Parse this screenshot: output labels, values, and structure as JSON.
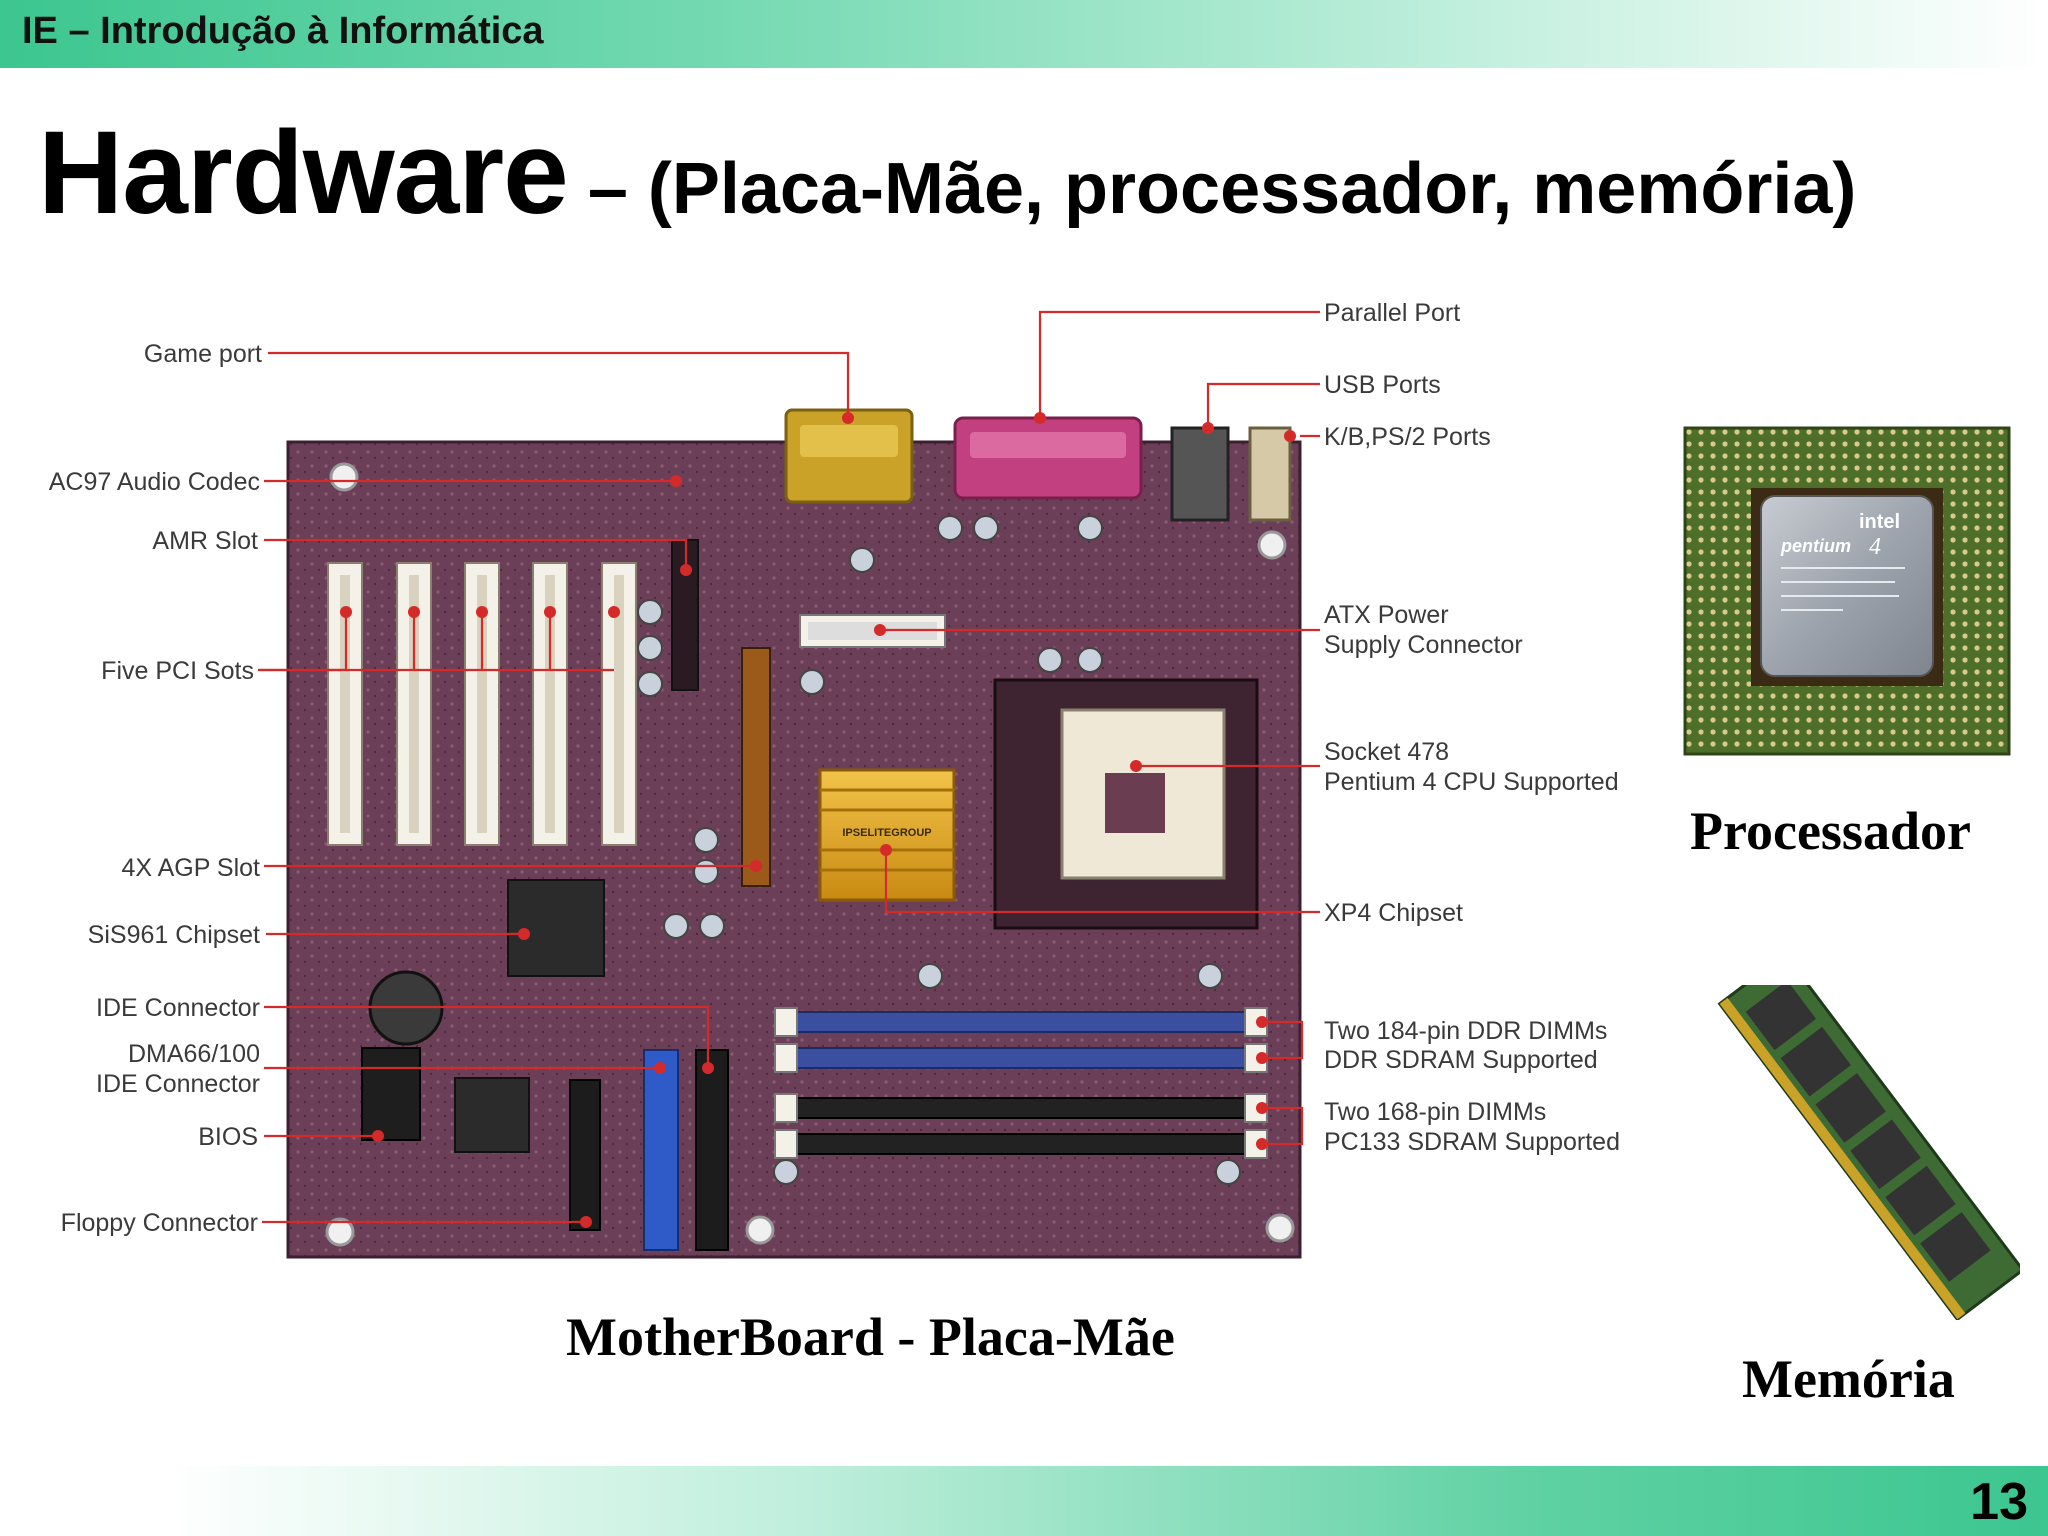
{
  "header": {
    "course_title": "IE – Introdução à Informática"
  },
  "title": {
    "main": "Hardware",
    "sub": " – (Placa-Mãe, processador, memória)"
  },
  "motherboard": {
    "caption": "MotherBoard - Placa-Mãe",
    "labels_left": {
      "game_port": "Game port",
      "ac97": "AC97 Audio Codec",
      "amr": "AMR Slot",
      "pci": "Five PCI Sots",
      "agp": "4X AGP Slot",
      "sis": "SiS961 Chipset",
      "ide": "IDE Connector",
      "dma1": "DMA66/100",
      "dma2": "IDE Connector",
      "bios": "BIOS",
      "floppy": "Floppy Connector"
    },
    "labels_right": {
      "parallel": "Parallel Port",
      "usb": "USB Ports",
      "kb": "K/B,PS/2 Ports",
      "atx1": "ATX Power",
      "atx2": "Supply Connector",
      "socket1": "Socket 478",
      "socket2": "Pentium 4 CPU Supported",
      "xp4": "XP4 Chipset",
      "ddr1": "Two 184-pin DDR DIMMs",
      "ddr2": "DDR SDRAM Supported",
      "sdr1": "Two 168-pin DIMMs",
      "sdr2": "PC133 SDRAM Supported"
    },
    "board_text": {
      "chipset_logo": "IPSELITEGROUP"
    }
  },
  "processor": {
    "caption": "Processador",
    "brand": "intel",
    "model": "pentium",
    "model_num": "4"
  },
  "memory": {
    "caption": "Memória"
  },
  "page_number": "13",
  "colors": {
    "accent_green": "#3cc690",
    "pcb": "#6b3f57",
    "leader": "#d42a2a",
    "ddr_slot": "#3a4fa0",
    "agp": "#9b5a1a"
  }
}
